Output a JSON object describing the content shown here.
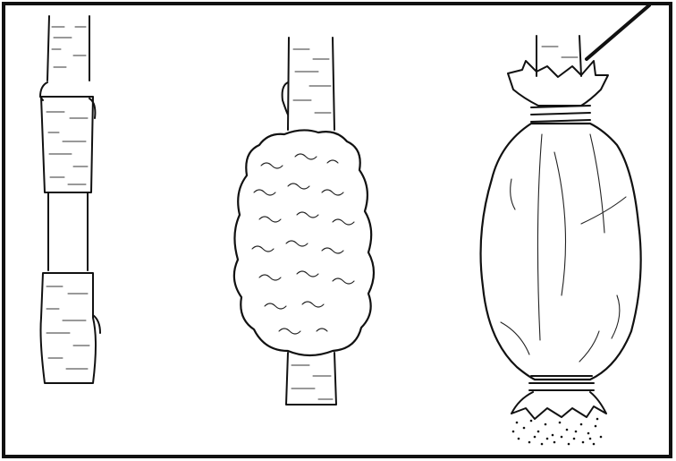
{
  "figure": {
    "panels": [
      {
        "name": "girdled-stem"
      },
      {
        "name": "moss-wrapped-stem"
      },
      {
        "name": "bagged-stem"
      }
    ],
    "colors": {
      "frame": "#111111",
      "ink": "#111111",
      "background": "#ffffff"
    },
    "icons": [
      "stem",
      "bark-ring-cut",
      "sphagnum-moss-ball",
      "plastic-wrap",
      "twine-tie",
      "pointer-arrow"
    ]
  }
}
